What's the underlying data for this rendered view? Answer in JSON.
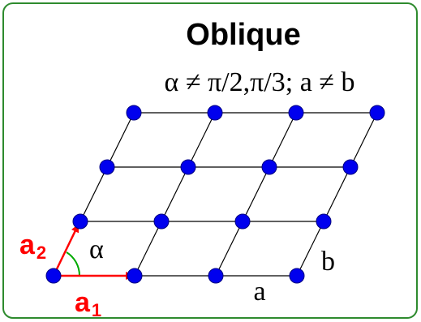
{
  "title": "Oblique",
  "condition": "α ≠ π/2,π/3;  a ≠ b",
  "labels": {
    "angle": "α",
    "side_a": "a",
    "side_b": "b",
    "vector_1_letter": "a",
    "vector_1_sub": "1",
    "vector_2_letter": "a",
    "vector_2_sub": "2"
  },
  "lattice": {
    "rows": 4,
    "cols": 4
  },
  "colors": {
    "frame": "#2e8b2e",
    "point": "#0000ee",
    "line": "#000000",
    "vector": "#ff0000",
    "angle_arc": "#00aa00"
  }
}
